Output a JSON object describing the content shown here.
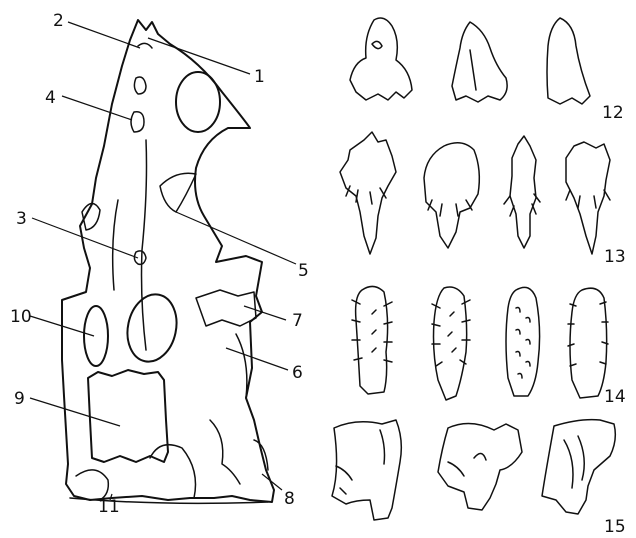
{
  "figure": {
    "main_labels": [
      "1",
      "2",
      "3",
      "4",
      "5",
      "6",
      "7",
      "8",
      "9",
      "10",
      "11"
    ],
    "row_labels": [
      "12",
      "13",
      "14",
      "15"
    ]
  }
}
